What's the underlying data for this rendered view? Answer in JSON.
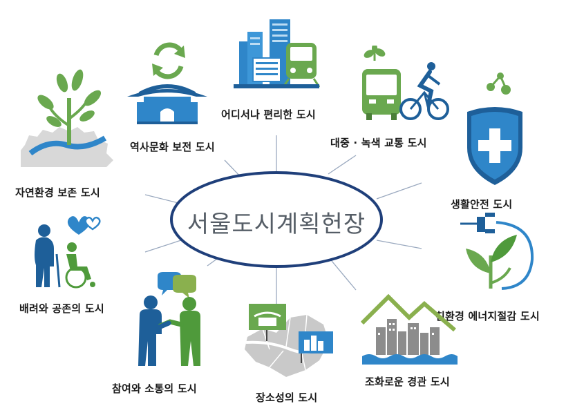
{
  "center": {
    "title": "서울도시계획헌장"
  },
  "themes": [
    {
      "id": "nature",
      "label": "자연환경 보존 도시",
      "icon": "plant-gear-icon"
    },
    {
      "id": "heritage",
      "label": "역사문화 보전 도시",
      "icon": "palace-gate-icon"
    },
    {
      "id": "convenient",
      "label": "어디서나 편리한 도시",
      "icon": "city-train-icon"
    },
    {
      "id": "transport",
      "label": "대중 · 녹색 교통 도시",
      "icon": "bus-bicycle-icon"
    },
    {
      "id": "safety",
      "label": "생활안전 도시",
      "icon": "shield-cross-icon"
    },
    {
      "id": "energy",
      "label": "친환경 에너지절감 도시",
      "icon": "plug-sprout-icon"
    },
    {
      "id": "landscape",
      "label": "조화로운 경관 도시",
      "icon": "mountain-buildings-icon"
    },
    {
      "id": "place",
      "label": "장소성의 도시",
      "icon": "seoul-map-icon"
    },
    {
      "id": "communication",
      "label": "참여와 소통의 도시",
      "icon": "people-handshake-icon"
    },
    {
      "id": "consideration",
      "label": "배려와 공존의 도시",
      "icon": "elderly-wheelchair-icon"
    }
  ],
  "colors": {
    "ellipse_border": "#1f3f7a",
    "blue": "#2f86c9",
    "green": "#6aa84f",
    "gray": "#8c8c8c"
  }
}
